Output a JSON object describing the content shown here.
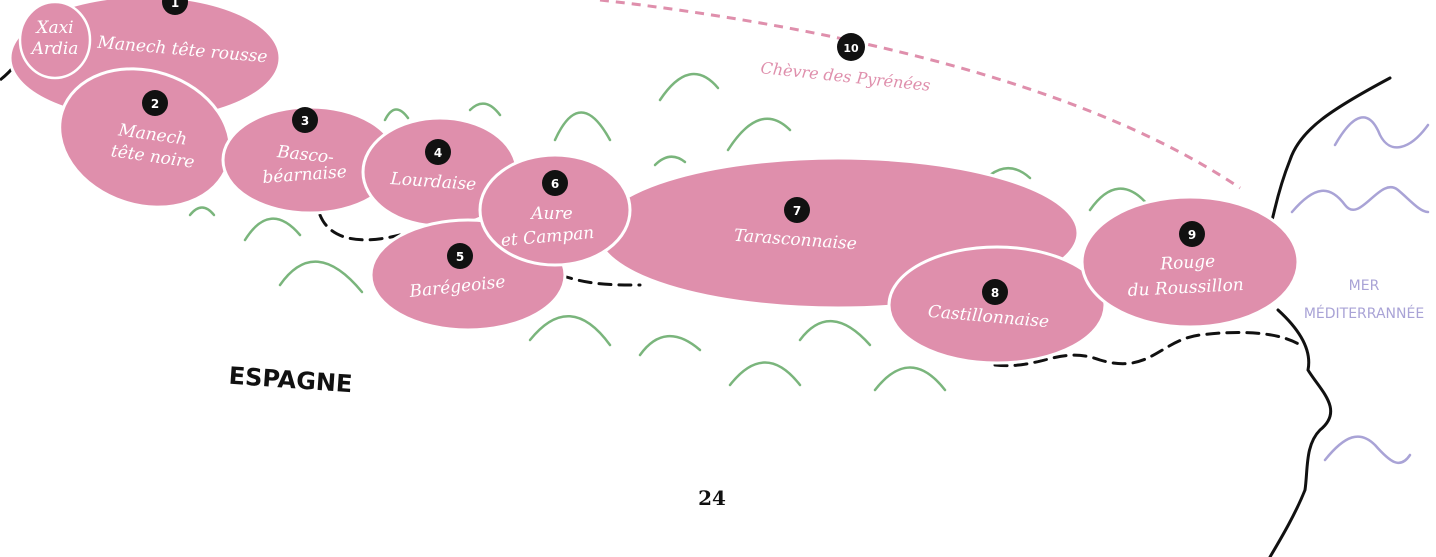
{
  "colors": {
    "breed_fill": "#df8fac",
    "breed_stroke": "#ffffff",
    "mountain": "#7ab57c",
    "border": "#111111",
    "sea_wave": "#a9a3d6",
    "goat_route": "#df8fac",
    "marker": "#111111"
  },
  "breeds": [
    {
      "num": "1",
      "line1": "Manech tête rousse",
      "line2": ""
    },
    {
      "num": "2",
      "line1": "Manech",
      "line2": "tête noire"
    },
    {
      "num": "3",
      "line1": "Basco-",
      "line2": "béarnaise"
    },
    {
      "num": "4",
      "line1": "Lourdaise",
      "line2": ""
    },
    {
      "num": "5",
      "line1": "Barégeoise",
      "line2": ""
    },
    {
      "num": "6",
      "line1": "Aure",
      "line2": "et Campan"
    },
    {
      "num": "7",
      "line1": "Tarasconnaise",
      "line2": ""
    },
    {
      "num": "8",
      "line1": "Castillonnaise",
      "line2": ""
    },
    {
      "num": "9",
      "line1": "Rouge",
      "line2": "du Roussillon"
    }
  ],
  "xaxi": {
    "line1": "Xaxi",
    "line2": "Ardia"
  },
  "goat": {
    "num": "10",
    "label": "Chèvre des Pyrénées"
  },
  "country": "ESPAGNE",
  "sea": {
    "line1": "MER",
    "line2": "MÉDITERRANNÉE"
  },
  "page_number": "24"
}
